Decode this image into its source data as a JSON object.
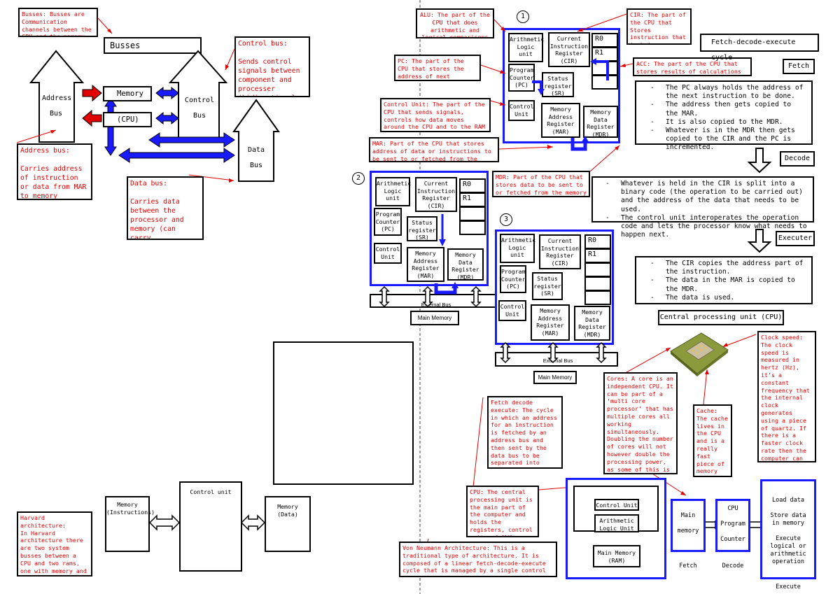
{
  "left": {
    "busses_note": "Busses: Busses are Communication channels between the CPU and the memory. Some are",
    "busses_title": "Busses",
    "address_bus_label": "Address\n\nBus",
    "control_bus_label": "Control\n\nBus",
    "data_bus_label": "Data\n\nBus",
    "memory_label": "Memory",
    "cpu_label": "(CPU)",
    "control_bus_note": "Control bus:\n\nSends control signals between component and processer (bidirectional bus)",
    "address_bus_note": "Address bus:\n\nCarries address of instruction or data from MAR to memory (Unidirectional)",
    "data_bus_note": "Data bus:\n\nCarries data between the processor and memory (can carry instructions too)",
    "harvard_memory_instr": "Memory\n(Instructions)",
    "harvard_control_unit": "Control unit",
    "harvard_memory_data": "Memory\n(Data)",
    "harvard_note": "Harvard architecture:\nIn Harvard architecture there are two system busses between a CPU and two rams, one with memory and the other with instructions."
  },
  "notes": {
    "alu": "ALU: The part of the CPU that does arithmetic and logical comparisons",
    "pc": "PC: The part of the CPU that stores the address of next instruction.",
    "control_unit": "Control Unit: The part of the CPU that sends signals, controls how data moves around the CPU and to the RAM",
    "mar": "MAR: Part of the CPU that stores address of data or instructions to be sent to or fetched from the memory",
    "mdr": "MDR: Part of the CPU that stores data to be sent to or fetched from the memory",
    "cir": "CIR: The part of the CPU that Stores instruction that is being decoded.",
    "acc": "ACC: The part of the CPU that stores results of calculations from the ALU",
    "fetch_decode_execute": "Fetch decode execute: The cycle in which an address for an instruction is fetched by an address bus and then sent by the data bus to be separated into binary code for the address and operation to be done. Then decoded by the Control unit.",
    "cores": "Cores: A core is an independent CPU. It can be part of a ‘multi core processor’ that has multiple cores all working simultaneously. Doubling the number of cores will not however double the processing power, as some of this is needed to run the cores.",
    "cache": "Cache: The cache lives in the CPU and is a really fast piece of memory that works in megabytes.",
    "clock": "Clock speed: The clock speed is measured in hertz (Hz), it’s a constant frequency that the internal clock generates using a piece of quartz.  If there is a faster clock rate then the computer can work faster. The clock unit synchronises the other components with a regular pulse.",
    "cpu": "CPU: The central processing unit is the main part of the computer and holds the registers, control unit and ALU.",
    "von_neumann": "Von Neumann Architecture: This is a traditional type of architecture. It is composed of a linear fetch-decode-execute cycle that is managed by a single control unit."
  },
  "cpu_diagram": {
    "num1": "1",
    "num2": "2",
    "num3": "3",
    "alu": "Arithmetic\nLogic\nunit",
    "cir": "Current\nInstruction\nRegister\n(CIR)",
    "pc": "Program\nCounter\n(PC)",
    "sr": "Status\nregister\n(SR)",
    "cu": "Control\nUnit",
    "mar": "Memory\nAddress\nRegister\n(MAR)",
    "mdr": "Memory\nData\nRegister\n(MDR)",
    "r0": "R0",
    "r1": "R1",
    "external_bus": "External Bus",
    "main_memory": "Main Memory"
  },
  "cycle": {
    "title": "Fetch-decode-execute cycle",
    "fetch": "Fetch",
    "fetch_points": [
      "The PC always holds the address of the next instruction to be done.",
      "The address then gets copied to the MAR.",
      "It is also copied to the MDR.",
      "Whatever is in the MDR then gets copied to the CIR and the PC is incremented."
    ],
    "decode": "Decode",
    "decode_points": [
      "Whatever is held in the CIR is split into a binary code (the operation to be carried out) and the address of the data that needs to be used.",
      "The control unit interoperates the operation code and lets the processor know what needs to happen next."
    ],
    "execute": "Executer",
    "execute_points": [
      "The CIR copies the address part of the instruction.",
      "The data in the MAR is copied to the MDR.",
      "The data is used."
    ],
    "cpu_title": "Central processing unit (CPU)"
  },
  "von": {
    "cpu": "CPU",
    "control_unit": "Control Unit",
    "alu": "Arithmetic\nLogic Unit",
    "main_memory_ram": "Main Memory\n(RAM)",
    "main_memory": "Main\n\nmemory",
    "cpu_pc": "CPU\n\nProgram\n\nCounter",
    "fetch": "Fetch",
    "decode": "Decode",
    "execute_items": "Load data\n\nStore data in memory\n\nExecute logical or arithmetic operation",
    "execute": "Execute"
  },
  "colors": {
    "red": "#e00000",
    "blue": "#1a1aff"
  }
}
